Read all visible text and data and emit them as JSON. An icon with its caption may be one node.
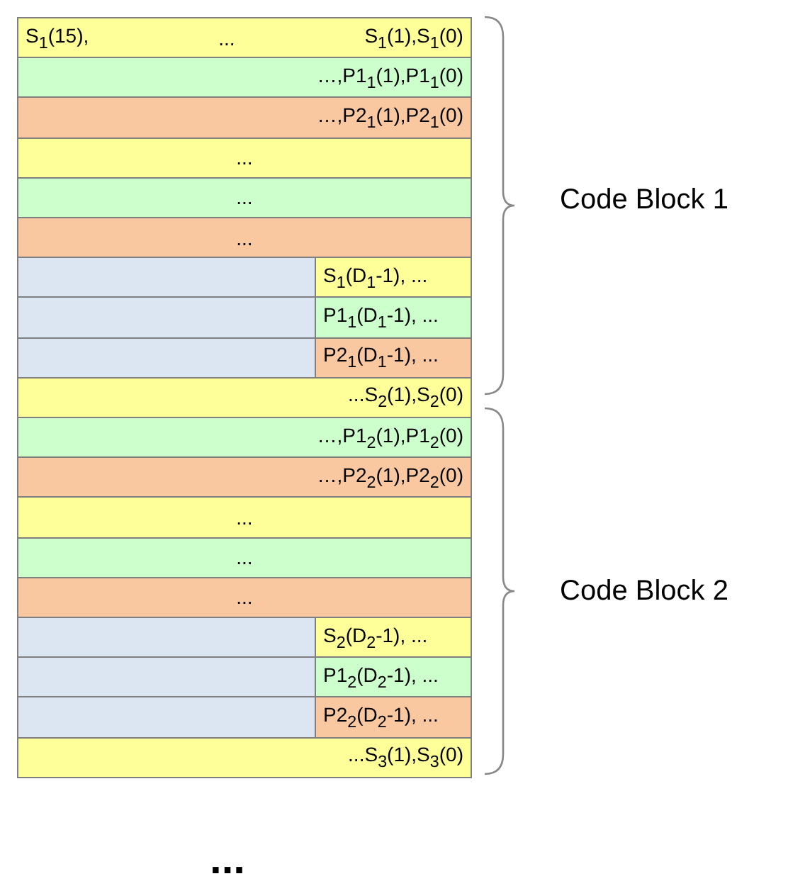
{
  "diagram": {
    "nodes": [
      {
        "text": [
          "S$_{1}$(15),",
          "...",
          "S$_{1}$(1),S$_{1}$(0)"
        ]
      },
      {
        "text": [
          "…,P1$_{1}$(1),P1$_{1}$(0)"
        ]
      },
      {
        "text": [
          "…,P2$_{1}$(1),P2$_{1}$(0)"
        ]
      },
      {
        "text": [
          "..."
        ]
      },
      {
        "text": [
          "..."
        ]
      },
      {
        "text": [
          "..."
        ]
      },
      {
        "text": [],
        "shape": "box"
      },
      {
        "text": [
          "S$_{1}$(D$_{1}$-1), ..."
        ]
      },
      {
        "text": [],
        "shape": "box"
      },
      {
        "text": [
          "P1$_{1}$(D$_{1}$-1), ..."
        ]
      },
      {
        "text": [],
        "shape": "box"
      },
      {
        "text": [
          "P2$_{1}$(D$_{1}$-1), ..."
        ]
      },
      {
        "text": [
          "...S$_{2}$(1),S$_{2}$(0)"
        ]
      },
      {
        "text": [
          "…,P1$_{2}$(1),P1$_{2}$(0)"
        ]
      },
      {
        "text": [
          "…,P2$_{2}$(1),P2$_{2}$(0)"
        ]
      },
      {
        "text": [
          "..."
        ]
      },
      {
        "text": [
          "..."
        ]
      },
      {
        "text": [
          "..."
        ]
      },
      {
        "text": [],
        "shape": "box"
      },
      {
        "text": [
          "S$_{2}$(D$_{2}$-1), ..."
        ]
      },
      {
        "text": [],
        "shape": "box"
      },
      {
        "text": [
          "P1$_{2}$(D$_{2}$-1), ..."
        ]
      },
      {
        "text": [],
        "shape": "box"
      },
      {
        "text": [
          "P2$_{2}$(D$_{2}$-1), ..."
        ]
      },
      {
        "text": [
          "...S$_{3}$(1),S$_{3}$(0)"
        ]
      }
    ],
    "edges": [],
    "labels": [
      "Code Block 1",
      "Code Block 2",
      "..."
    ]
  }
}
